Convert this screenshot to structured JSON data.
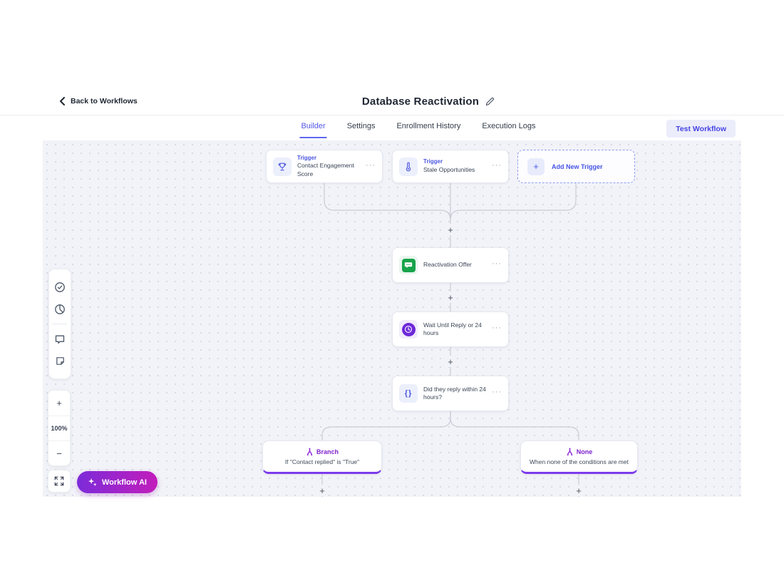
{
  "header": {
    "back_label": "Back to Workflows",
    "title": "Database Reactivation"
  },
  "tabs": [
    {
      "label": "Builder",
      "active": true
    },
    {
      "label": "Settings",
      "active": false
    },
    {
      "label": "Enrollment History",
      "active": false
    },
    {
      "label": "Execution Logs",
      "active": false
    }
  ],
  "actions_bar": {
    "test_workflow_label": "Test Workflow"
  },
  "canvas": {
    "triggers": [
      {
        "type_label": "Trigger",
        "name": "Contact Engagement Score",
        "icon": "trophy-icon"
      },
      {
        "type_label": "Trigger",
        "name": "Stale Opportunities",
        "icon": "thermometer-icon"
      }
    ],
    "add_new_trigger_label": "Add New Trigger",
    "steps": [
      {
        "name": "Reactivation Offer",
        "icon": "sms-message-icon",
        "icon_color": "#17a34a"
      },
      {
        "name": "Wait Until Reply or 24 hours",
        "icon": "clock-icon",
        "icon_color": "#6d28d9"
      },
      {
        "name": "Did they reply within 24 hours?",
        "icon": "curly-braces-icon"
      }
    ],
    "branches": [
      {
        "label": "Branch",
        "description": "If \"Contact replied\" is \"True\""
      },
      {
        "label": "None",
        "description": "When none of the conditions are met"
      }
    ],
    "braces_glyph": "{}"
  },
  "zoom_controls": {
    "zoom_in_label": "+",
    "zoom_level": "100%",
    "zoom_out_label": "−"
  },
  "workflow_ai": {
    "label": "Workflow AI"
  },
  "ui": {
    "more_glyph": "···",
    "plus_glyph": "+"
  },
  "colors": {
    "accent_indigo": "#4c55e0",
    "active_tab": "#5157e8",
    "branch_purple": "#7e22ce",
    "branch_border": "#7c3aed",
    "step_green": "#17a34a",
    "step_purple": "#6d28d9",
    "canvas_bg": "#f2f3f8",
    "connector": "#c8ccd6",
    "ai_gradient_start": "#7c2bd9",
    "ai_gradient_end": "#c21dbb"
  }
}
